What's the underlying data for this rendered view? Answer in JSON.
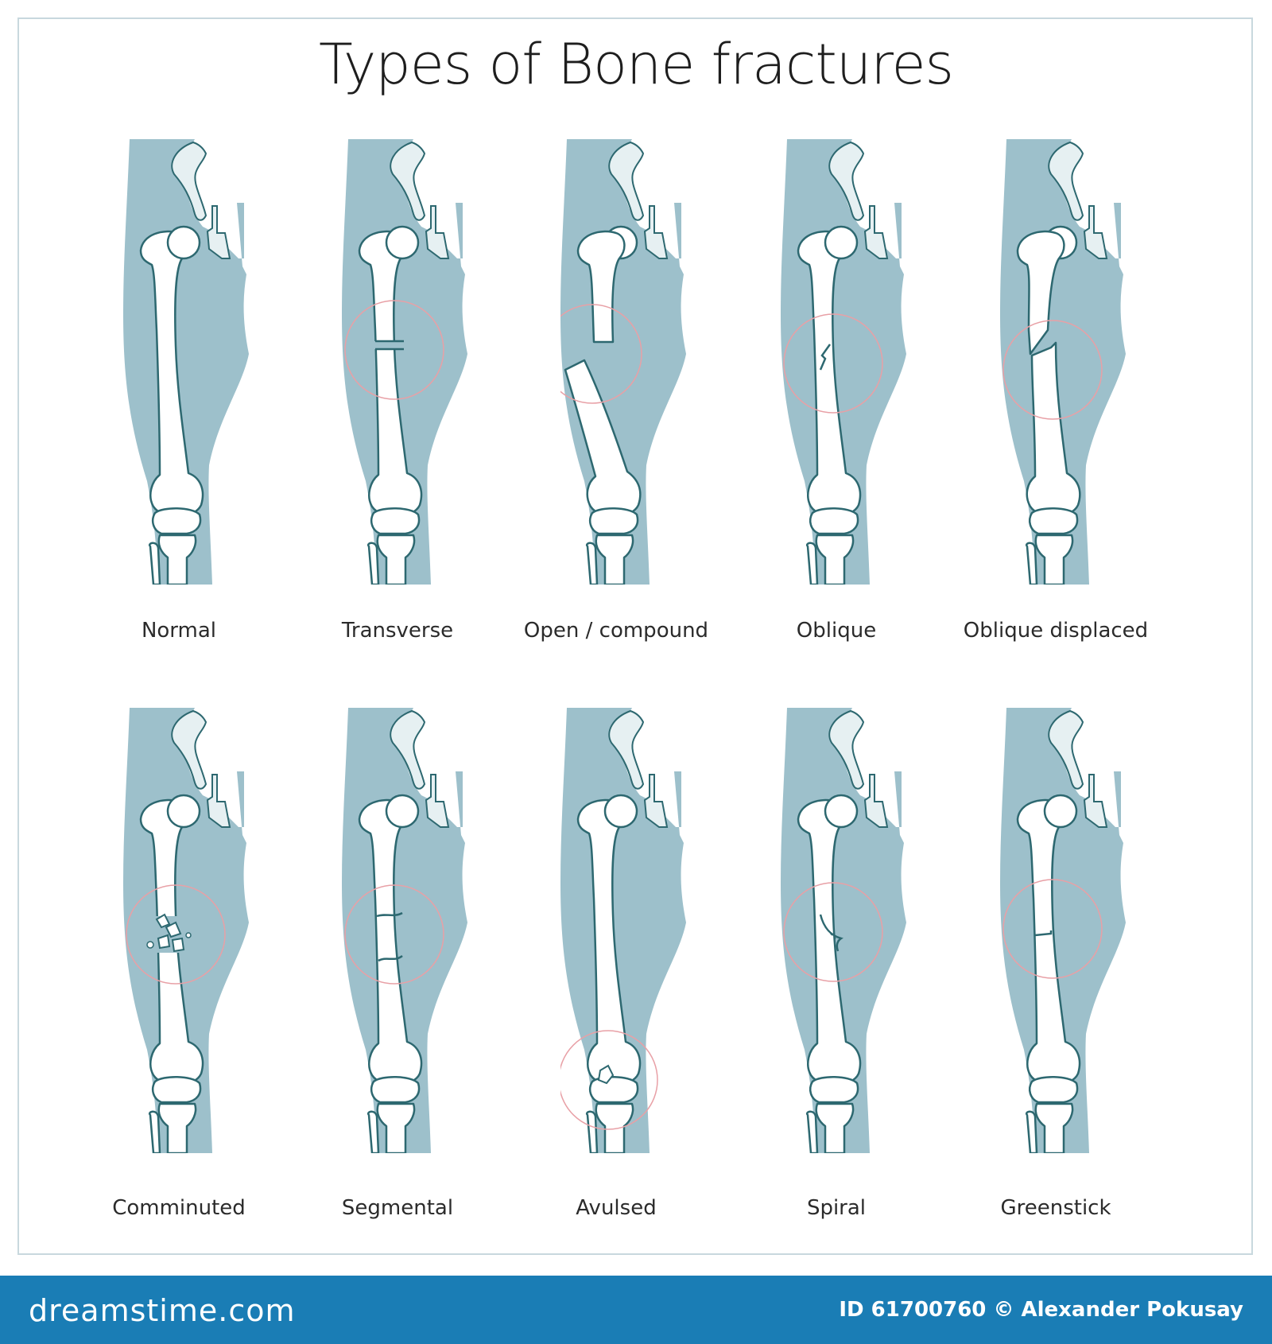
{
  "title": "Types of Bone fractures",
  "fractures": [
    {
      "label": "Normal"
    },
    {
      "label": "Transverse"
    },
    {
      "label": "Open / compound"
    },
    {
      "label": "Oblique"
    },
    {
      "label": "Oblique displaced"
    },
    {
      "label": "Comminuted"
    },
    {
      "label": "Segmental"
    },
    {
      "label": "Avulsed"
    },
    {
      "label": "Spiral"
    },
    {
      "label": "Greenstick"
    }
  ],
  "footer": {
    "brand": "dreamstime.com",
    "credit": "ID 61700760 © Alexander Pokusay"
  },
  "colors": {
    "leg": "#9dc0cb",
    "bone": "#ffffff",
    "bone_outline": "#2d6870",
    "highlight_circle": "#e8a0a6",
    "footer": "#1a7db5"
  }
}
